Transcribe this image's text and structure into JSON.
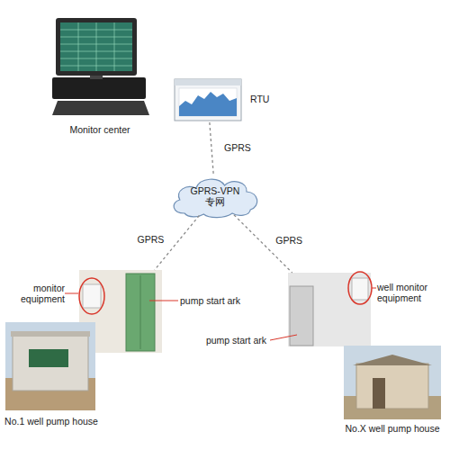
{
  "diagram": {
    "nodes": [
      {
        "text": [
          "Monitor center"
        ]
      },
      {
        "text": [
          "RTU"
        ]
      },
      {
        "text": [
          "GPRS-VPN 专网"
        ]
      },
      {
        "text": [
          "monitor equipment",
          "pump start ark"
        ]
      },
      {
        "text": [
          "No.1 well pump house"
        ]
      },
      {
        "text": [
          "well monitor equipment",
          "pump start ark"
        ]
      },
      {
        "text": [
          "No.X well pump house"
        ]
      }
    ],
    "edges": [
      {
        "from": 1,
        "to": 2,
        "arrow": "none",
        "label": "GPRS"
      },
      {
        "from": 2,
        "to": 3,
        "arrow": "none",
        "label": "GPRS"
      },
      {
        "from": 2,
        "to": 5,
        "arrow": "none",
        "label": "GPRS"
      }
    ]
  }
}
